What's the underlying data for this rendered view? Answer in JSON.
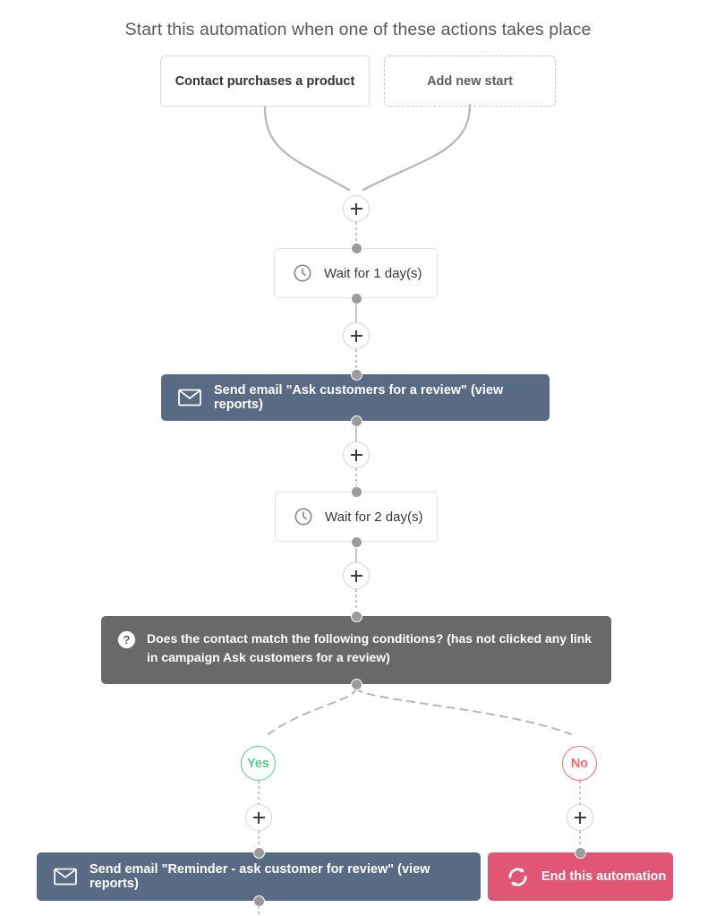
{
  "page": {
    "headline": "Start this automation when one of these actions takes place",
    "background_color": "#ffffff"
  },
  "colors": {
    "email_node": "#596b84",
    "condition_node": "#696969",
    "end_node": "#e05674",
    "yes_branch": "#5ac98e",
    "no_branch": "#f26a72",
    "connector_line": "#b0b0b0",
    "connector_dot": "#9b9b9b",
    "headline_text": "#595959"
  },
  "triggers": [
    {
      "label": "Contact purchases a product",
      "style": "solid"
    },
    {
      "label": "Add new start",
      "style": "dashed"
    }
  ],
  "nodes": {
    "wait_1": {
      "label": "Wait for 1 day(s)",
      "icon": "clock-icon"
    },
    "email_1": {
      "label": "Send email \"Ask customers for a review\" (view reports)",
      "icon": "envelope-icon"
    },
    "wait_2": {
      "label": "Wait for 2 day(s)",
      "icon": "clock-icon"
    },
    "condition": {
      "label": "Does the contact match the following conditions? (has not clicked any link in campaign Ask customers for a review)",
      "icon": "question-mark-icon"
    },
    "email_2": {
      "label": "Send email \"Reminder - ask customer for review\" (view reports)",
      "icon": "envelope-icon"
    },
    "end": {
      "label": "End this automation",
      "icon": "loop-arrows-icon"
    }
  },
  "branches": {
    "yes": "Yes",
    "no": "No"
  },
  "add_buttons": {
    "label": "+",
    "count": 6
  }
}
